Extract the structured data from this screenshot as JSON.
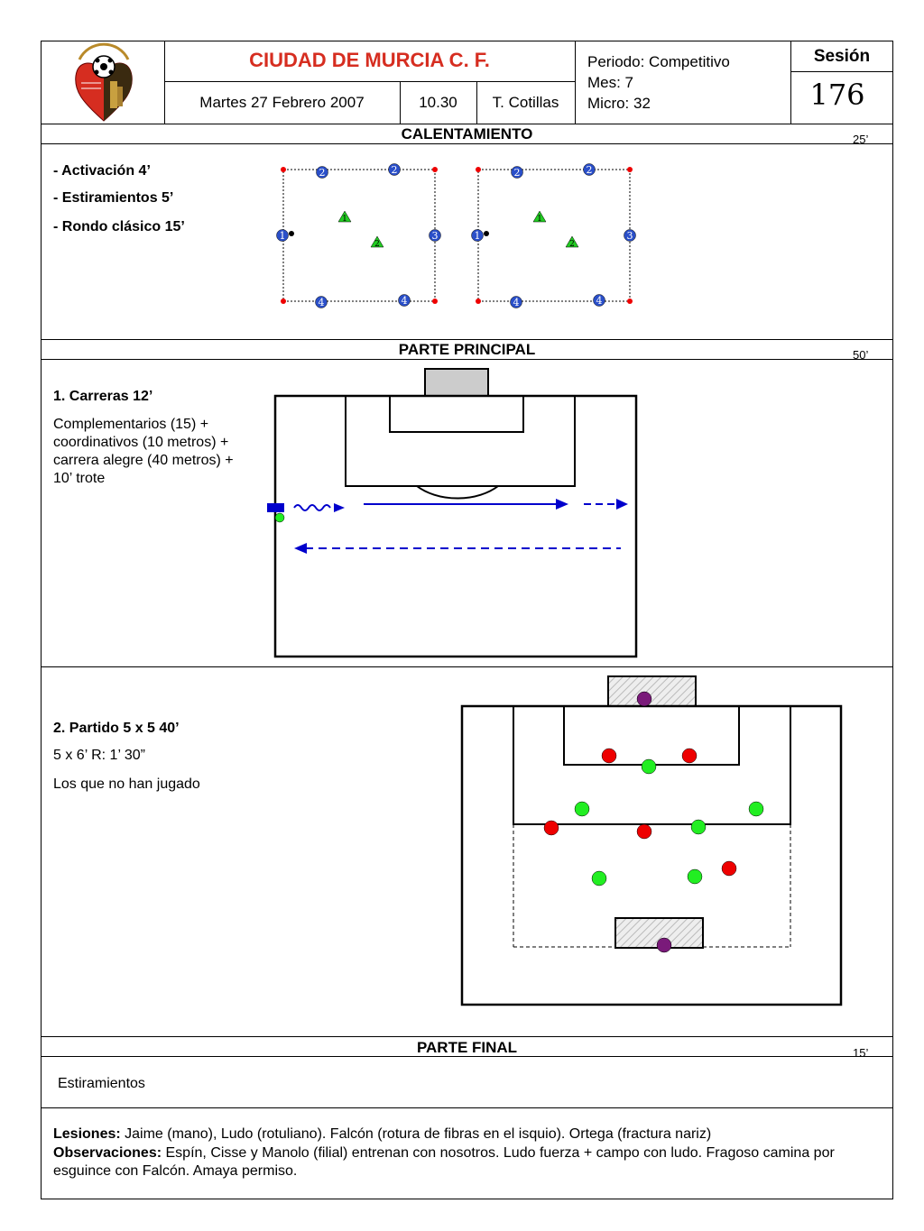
{
  "header": {
    "club_name": "CIUDAD DE MURCIA C. F.",
    "date": "Martes 27 Febrero 2007",
    "time": "10.30",
    "coach": "T. Cotillas",
    "periodo": "Periodo: Competitivo",
    "mes": "Mes: 7",
    "micro": "Micro: 32",
    "session_label": "Sesión",
    "session_number": "176"
  },
  "calentamiento": {
    "title": "CALENTAMIENTO",
    "duration": "25’",
    "items": [
      "- Activación 4’",
      "- Estiramientos 5’",
      "- Rondo clásico  15’"
    ],
    "diagram_labels": {
      "top": "2",
      "left": "1",
      "right": "3",
      "bottom": "4",
      "tri_a": "1",
      "tri_b": "2"
    }
  },
  "parte_principal": {
    "title": "PARTE PRINCIPAL",
    "duration": "50’",
    "exercise1_title": "1. Carreras  12’",
    "exercise1_desc": "Complementarios (15) + coordinativos (10 metros) + carrera alegre (40 metros) + 10’ trote",
    "exercise2_title": "2. Partido 5 x 5  40’",
    "exercise2_line1": "5 x 6’  R: 1’ 30”",
    "exercise2_line2": "Los que no han jugado"
  },
  "parte_final": {
    "title": "PARTE FINAL",
    "duration": "15’",
    "text": "Estiramientos"
  },
  "notes": {
    "lesiones_label": "Lesiones:",
    "lesiones_text": " Jaime (mano), Ludo (rotuliano). Falcón (rotura de fibras en el isquio). Ortega (fractura nariz)",
    "observaciones_label": "Observaciones:",
    "observaciones_text": "  Espín, Cisse y Manolo (filial) entrenan con nosotros. Ludo fuerza + campo con ludo. Fragoso camina por esguince  con Falcón.  Amaya permiso."
  },
  "colors": {
    "club_red": "#d62d20",
    "marker_blue": "#2a4fc9",
    "arrow_blue": "#0000cc",
    "team_red": "#ee0000",
    "team_green": "#22ee22",
    "goalkeeper": "#7a1a7a",
    "triangle_green": "#22cc22"
  }
}
